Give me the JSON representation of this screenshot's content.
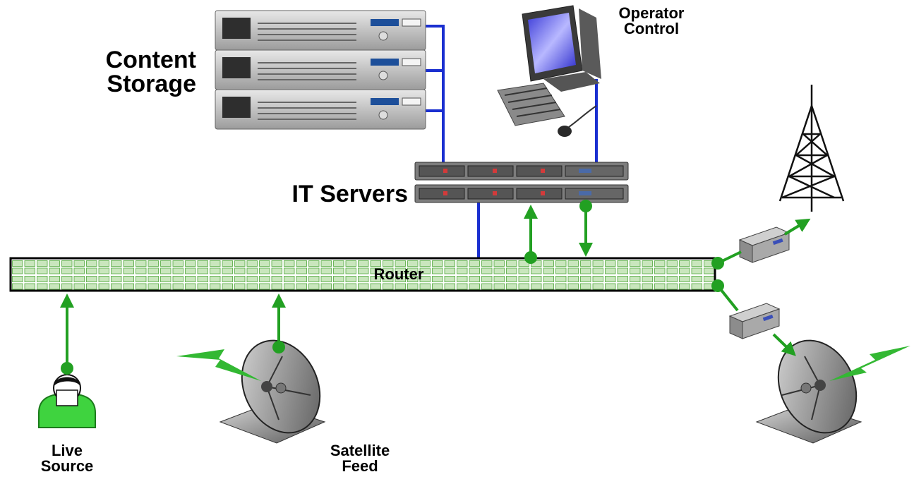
{
  "labels": {
    "content_storage": [
      "Content",
      "Storage"
    ],
    "operator_control": [
      "Operator",
      "Control"
    ],
    "it_servers": "IT Servers",
    "router": "Router",
    "live_source": [
      "Live",
      "Source"
    ],
    "satellite_feed": [
      "Satellite",
      "Feed"
    ]
  },
  "colors": {
    "signal_line": "#22a022",
    "network_line": "#1a2fd0",
    "router_fill": "#cfe8c0",
    "router_cell": "#7fc36a",
    "person": "#33cc33"
  },
  "icons": [
    "storage-rack-icon",
    "computer-icon",
    "server-icon",
    "transmission-tower-icon",
    "encoder-box-icon",
    "satellite-dish-icon",
    "person-icon",
    "signal-bolt-icon"
  ]
}
